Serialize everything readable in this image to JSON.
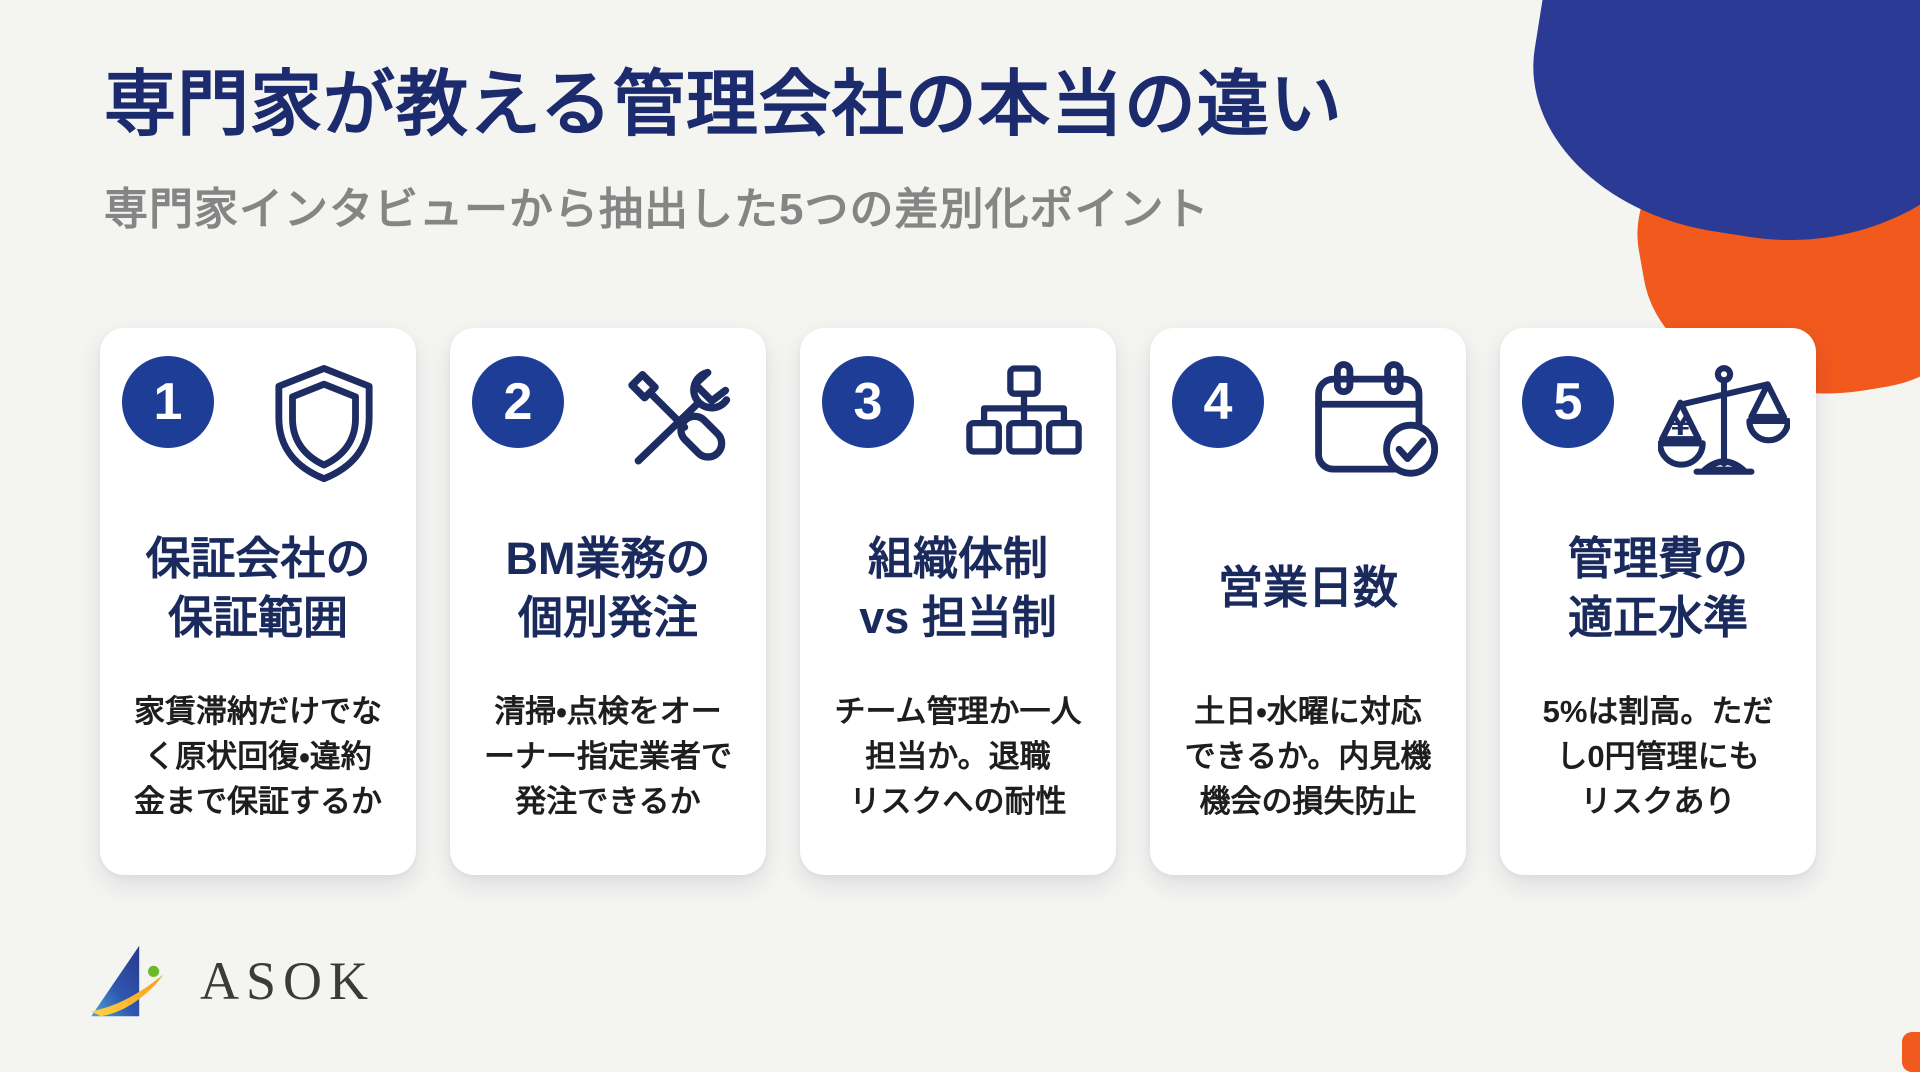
{
  "page": {
    "title": "専門家が教える管理会社の本当の違い",
    "subtitle": "専門家インタビューから抽出した5つの差別化ポイント"
  },
  "cards": [
    {
      "number": "1",
      "icon": "shield-icon",
      "title": "保証会社の\n保証範囲",
      "description": "家賃滞納だけでな\nく原状回復・違約\n金まで保証するか"
    },
    {
      "number": "2",
      "icon": "crossed-tools-icon",
      "title": "BM業務の\n個別発注",
      "description": "清掃・点検をオー\nーナー指定業者で\n発注できるか"
    },
    {
      "number": "3",
      "icon": "org-chart-icon",
      "title": "組織体制\nvs 担当制",
      "description": "チーム管理か一人\n担当か。退職\nリスクへの耐性"
    },
    {
      "number": "4",
      "icon": "calendar-check-icon",
      "title": "営業日数",
      "description": "土日・水曜に対応\nできるか。内見機\n機会の損失防止"
    },
    {
      "number": "5",
      "icon": "balance-scale-icon",
      "title": "管理費の\n適正水準",
      "description": "5%は割高。ただ\nし0円管理にも\nリスクあり"
    }
  ],
  "footer": {
    "logo_text": "ASOK"
  },
  "colors": {
    "background": "#f4f4f1",
    "title_navy": "#1c2b6e",
    "subtitle_gray": "#858585",
    "number_circle_blue": "#1e3d96",
    "icon_navy": "#1d2c63",
    "card_title_navy": "#1a2a5c",
    "blob_indigo": "#2b3a94",
    "blob_orange": "#f1591d",
    "logo_green": "#6eb92b"
  }
}
